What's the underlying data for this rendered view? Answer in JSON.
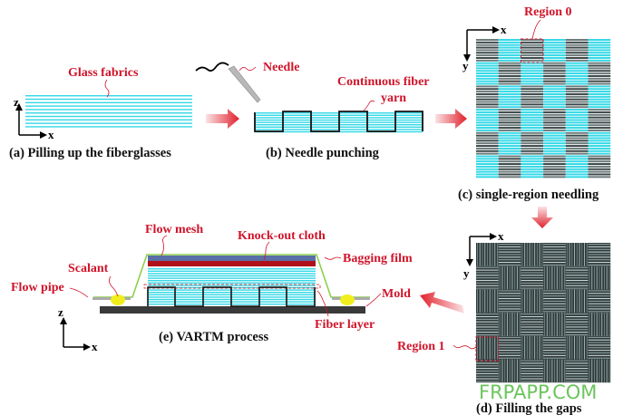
{
  "panels": {
    "a": {
      "caption": "(a) Pilling up the fiberglasses",
      "label": "Glass fabrics"
    },
    "b": {
      "caption": "(b) Needle punching",
      "needle_label": "Needle",
      "yarn_label_line1": "Continuous fiber",
      "yarn_label_line2": "yarn"
    },
    "c": {
      "caption": "(c) single-region needling",
      "region_label": "Region 0"
    },
    "d": {
      "caption": "(d) Filling the gaps",
      "region_label": "Region 1"
    },
    "e": {
      "caption": "(e) VARTM process",
      "flow_mesh": "Flow mesh",
      "knockout_cloth": "Knock-out cloth",
      "bagging_film": "Bagging film",
      "sealant": "Scalant",
      "flow_pipe": "Flow pipe",
      "mold": "Mold",
      "fiber_layer": "Fiber layer"
    }
  },
  "axes": {
    "x": "x",
    "y": "y",
    "z": "z"
  },
  "watermark": "FRPAPP.COM",
  "colors": {
    "fabric": "#33d8e6",
    "label": "#d0142a",
    "dark": "#2f3a3a",
    "flow_mesh": "#5a6ea8",
    "knockout": "#b0101a",
    "bag": "#8ccf4a",
    "sealant": "#f2ee1e",
    "arrow": "#e23a40"
  }
}
